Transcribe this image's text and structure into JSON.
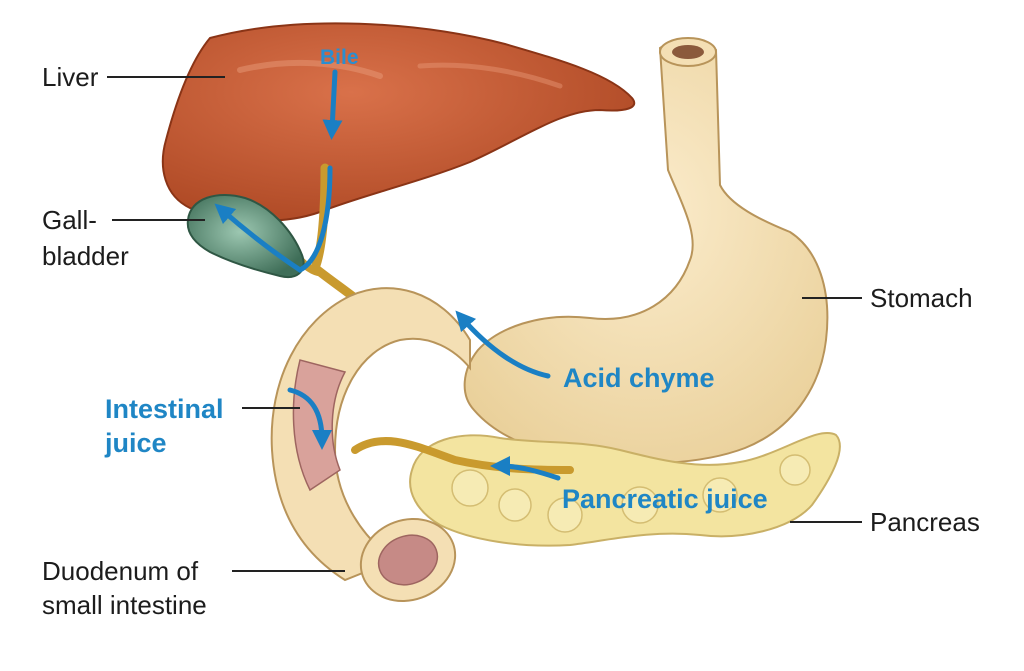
{
  "labels": {
    "liver": "Liver",
    "gallbladder_1": "Gall-",
    "gallbladder_2": "bladder",
    "stomach": "Stomach",
    "pancreas": "Pancreas",
    "duodenum_1": "Duodenum of",
    "duodenum_2": "small intestine"
  },
  "flows": {
    "bile": "Bile",
    "acid_chyme": "Acid chyme",
    "intestinal_juice_1": "Intestinal",
    "intestinal_juice_2": "juice",
    "pancreatic_juice": "Pancreatic juice"
  },
  "colors": {
    "liver": "#c0542f",
    "stomach": "#f4dfb4",
    "pancreas": "#f3e4a0",
    "gallbladder": "#4f8a70",
    "duct": "#c99a2e",
    "flow_arrow": "#1a7fc4",
    "flow_text": "#1f86c5"
  }
}
